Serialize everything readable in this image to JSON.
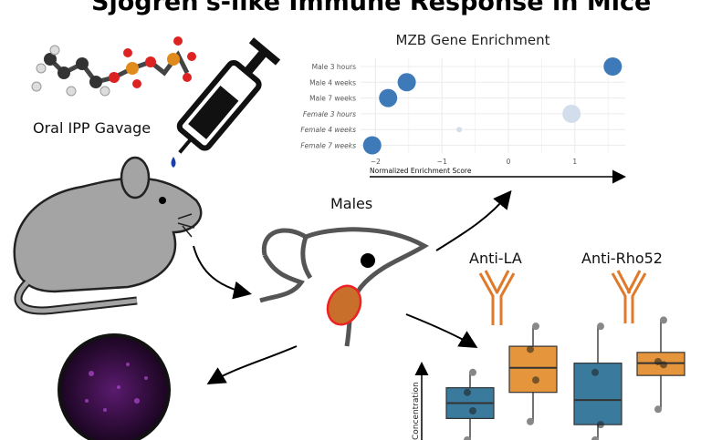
{
  "title": "Sjogren's-like Immune Response in Mice",
  "labels": {
    "gavage": "Oral IPP Gavage",
    "males": "Males",
    "anti_la": "Anti-LA",
    "anti_rho52": "Anti-Rho52",
    "concentration": "Concentration"
  },
  "chart_data": [
    {
      "type": "scatter",
      "title": "MZB Gene Enrichment",
      "xlabel": "Normalized Enrichment Score",
      "xlim": [
        -2.1,
        1.75
      ],
      "xticks": [
        -2,
        -1,
        0,
        1
      ],
      "xtick_labels": [
        "−2",
        "−1",
        "0",
        "1"
      ],
      "categories": [
        "Male 3 hours",
        "Male 4 weeks",
        "Male 7 weeks",
        "Female 3 hours",
        "Female 4 weeks",
        "Female 7 weeks"
      ],
      "values": [
        1.57,
        -1.53,
        -1.81,
        0.95,
        -0.74,
        -2.05
      ],
      "significant": [
        true,
        true,
        true,
        false,
        false,
        true
      ],
      "sizes": [
        1,
        1,
        1,
        1,
        0.3,
        1
      ],
      "colors": {
        "significant": "#3f7ab8",
        "nonsignificant": "#d3deec"
      }
    },
    {
      "type": "box",
      "ylabel": "Concentration",
      "groups": [
        "Anti-LA",
        "Anti-Rho52"
      ],
      "series": [
        {
          "group": "Anti-LA",
          "color": "#3a7a9c",
          "q1": 1.6,
          "median": 2.1,
          "q3": 2.6,
          "min": 0.9,
          "max": 3.1,
          "points": [
            3.1,
            2.45,
            1.85,
            0.9
          ]
        },
        {
          "group": "Anti-LA",
          "color": "#e5953b",
          "q1": 2.45,
          "median": 3.25,
          "q3": 3.95,
          "min": 1.5,
          "max": 4.6,
          "points": [
            4.6,
            3.85,
            2.85,
            1.5
          ]
        },
        {
          "group": "Anti-Rho52",
          "color": "#3a7a9c",
          "q1": 1.4,
          "median": 2.2,
          "q3": 3.4,
          "min": 0.9,
          "max": 4.6,
          "points": [
            4.6,
            3.1,
            1.4,
            0.9
          ]
        },
        {
          "group": "Anti-Rho52",
          "color": "#e5953b",
          "q1": 3.0,
          "median": 3.4,
          "q3": 3.75,
          "min": 1.9,
          "max": 4.8,
          "points": [
            4.8,
            3.45,
            3.35,
            1.9
          ]
        }
      ],
      "ylim": [
        0.9,
        5.2
      ]
    }
  ]
}
